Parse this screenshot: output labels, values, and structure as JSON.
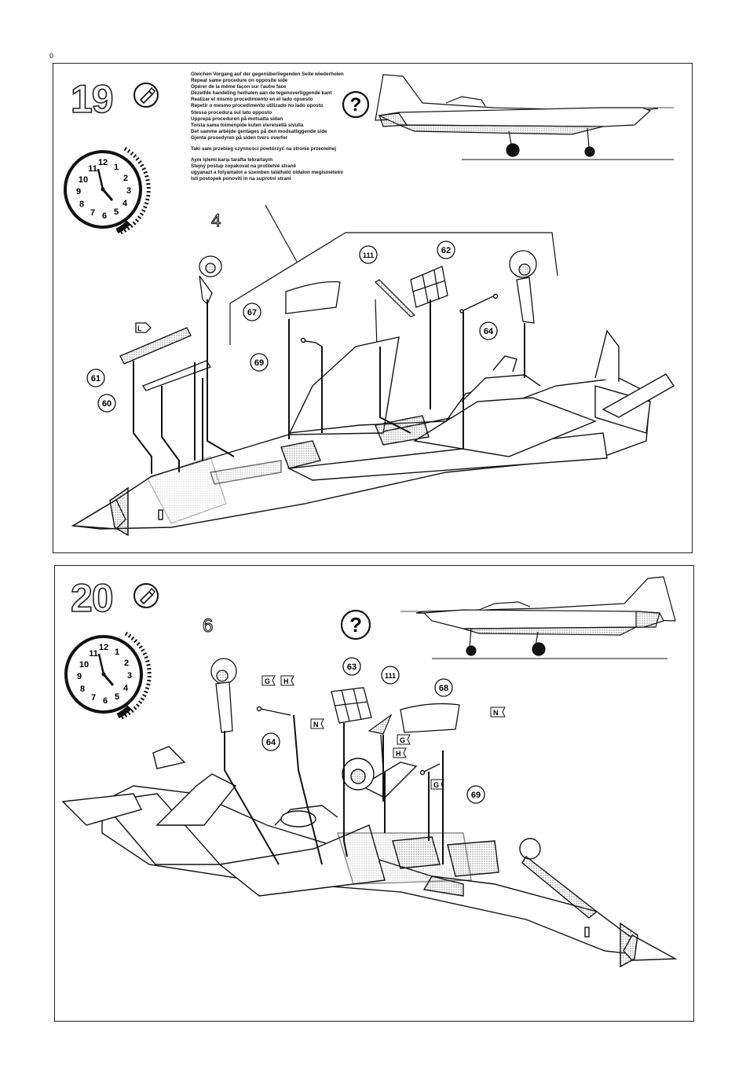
{
  "page_number": "0",
  "step19": {
    "number": "19",
    "instructions": [
      "Gleichen Vorgang auf der gegenüberliegenden Seite wiederholen",
      "Repeat same procedure on opposite side",
      "Opérer de la même façon sur l'autre face",
      "Dezelfde handeling herhalen aan de tegenoverliggende kant",
      "Realizar el mismo procedimiento en el lado opuesto",
      "Repetir o mesmo procedimento utilizado no lado oposto",
      "Stessa procedura sul lato opposto",
      "Upprepa proceduren på motsatta sidan",
      "Toista sama toimenpide kuten viereisellä sivulla",
      "Det samme arbejde gentages på den modsatliggende side",
      "Gjenta prosedyren på siden tvers overfor",
      "Taki sam przebieg czynności powtórzyć na stronie przeciwnej",
      "Aynı işlemi karşı tarafta tekrarlayın",
      "Stejný postup zopakovat na protilehlé straně",
      "ugyanazt a folyamatot a szemben található oldalon megismételni",
      "Isti postopek ponoviti in na suprotni strani"
    ],
    "part_group_number": "4",
    "clock_numbers": [
      "12",
      "1",
      "2",
      "3",
      "4",
      "5",
      "6",
      "7",
      "8",
      "9",
      "10",
      "11"
    ],
    "parts": [
      "111",
      "62",
      "67",
      "69",
      "64",
      "61",
      "60"
    ],
    "decal_flag": "L"
  },
  "step20": {
    "number": "20",
    "part_group_number": "6",
    "clock_numbers": [
      "12",
      "1",
      "2",
      "3",
      "4",
      "5",
      "6",
      "7",
      "8",
      "9",
      "10",
      "11"
    ],
    "parts": [
      "63",
      "111",
      "68",
      "64",
      "69"
    ],
    "flags": [
      "G",
      "H",
      "N",
      "N",
      "G",
      "H",
      "G"
    ]
  },
  "icons": [
    "glue-tube-icon",
    "question-mark-icon",
    "clock-icon"
  ]
}
